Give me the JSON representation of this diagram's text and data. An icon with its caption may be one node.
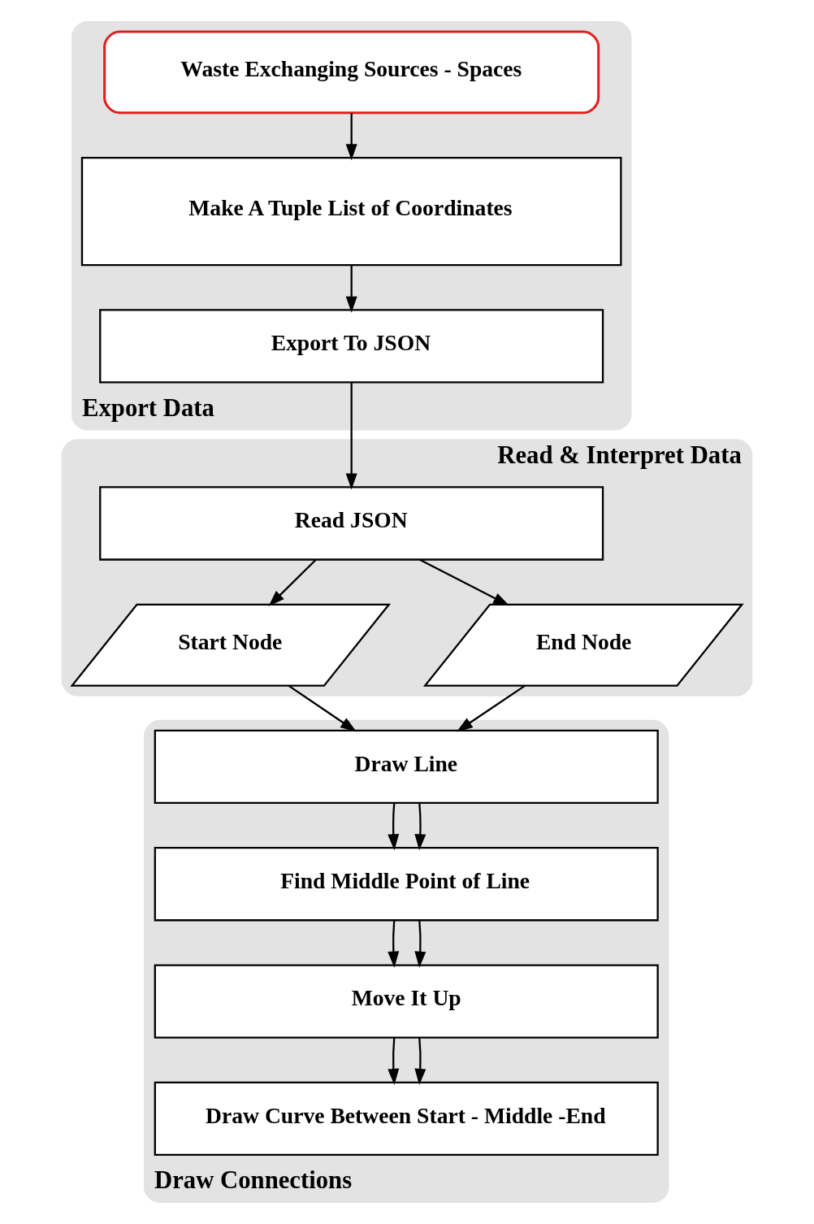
{
  "diagram": {
    "nodes": [
      {
        "text": [
          "Export Data"
        ]
      },
      {
        "text": [
          "Waste Exchanging Sources - Spaces"
        ],
        "in": 0
      },
      {
        "text": [
          "Make A Tuple List of Coordinates"
        ],
        "in": 0
      },
      {
        "text": [
          "Export To JSON"
        ],
        "in": 0
      },
      {
        "text": [
          "Read & Interpret Data"
        ]
      },
      {
        "text": [
          "Read JSON"
        ],
        "in": 4
      },
      {
        "text": [
          "Start Node"
        ],
        "in": 4
      },
      {
        "text": [
          "End Node"
        ],
        "in": 4
      },
      {
        "text": [
          "Draw Connections"
        ]
      },
      {
        "text": [
          "Draw Line"
        ],
        "in": 8
      },
      {
        "text": [
          "Find Middle Point of Line"
        ],
        "in": 8
      },
      {
        "text": [
          "Move It Up"
        ],
        "in": 8
      },
      {
        "text": [
          "Draw Curve Between Start - Middle -End"
        ],
        "in": 8
      }
    ],
    "edges": [
      {
        "from": 1,
        "to": 2,
        "arrow": "to"
      },
      {
        "from": 2,
        "to": 3,
        "arrow": "to"
      },
      {
        "from": 3,
        "to": 5,
        "arrow": "to"
      },
      {
        "from": 5,
        "to": 6,
        "arrow": "to"
      },
      {
        "from": 5,
        "to": 7,
        "arrow": "to"
      },
      {
        "from": 6,
        "to": 9,
        "arrow": "to"
      },
      {
        "from": 7,
        "to": 9,
        "arrow": "to"
      },
      {
        "from": 9,
        "to": 10,
        "arrow": "to"
      },
      {
        "from": 9,
        "to": 10,
        "arrow": "to"
      },
      {
        "from": 10,
        "to": 11,
        "arrow": "to"
      },
      {
        "from": 10,
        "to": 11,
        "arrow": "to"
      },
      {
        "from": 11,
        "to": 12,
        "arrow": "to"
      },
      {
        "from": 11,
        "to": 12,
        "arrow": "to"
      }
    ]
  }
}
